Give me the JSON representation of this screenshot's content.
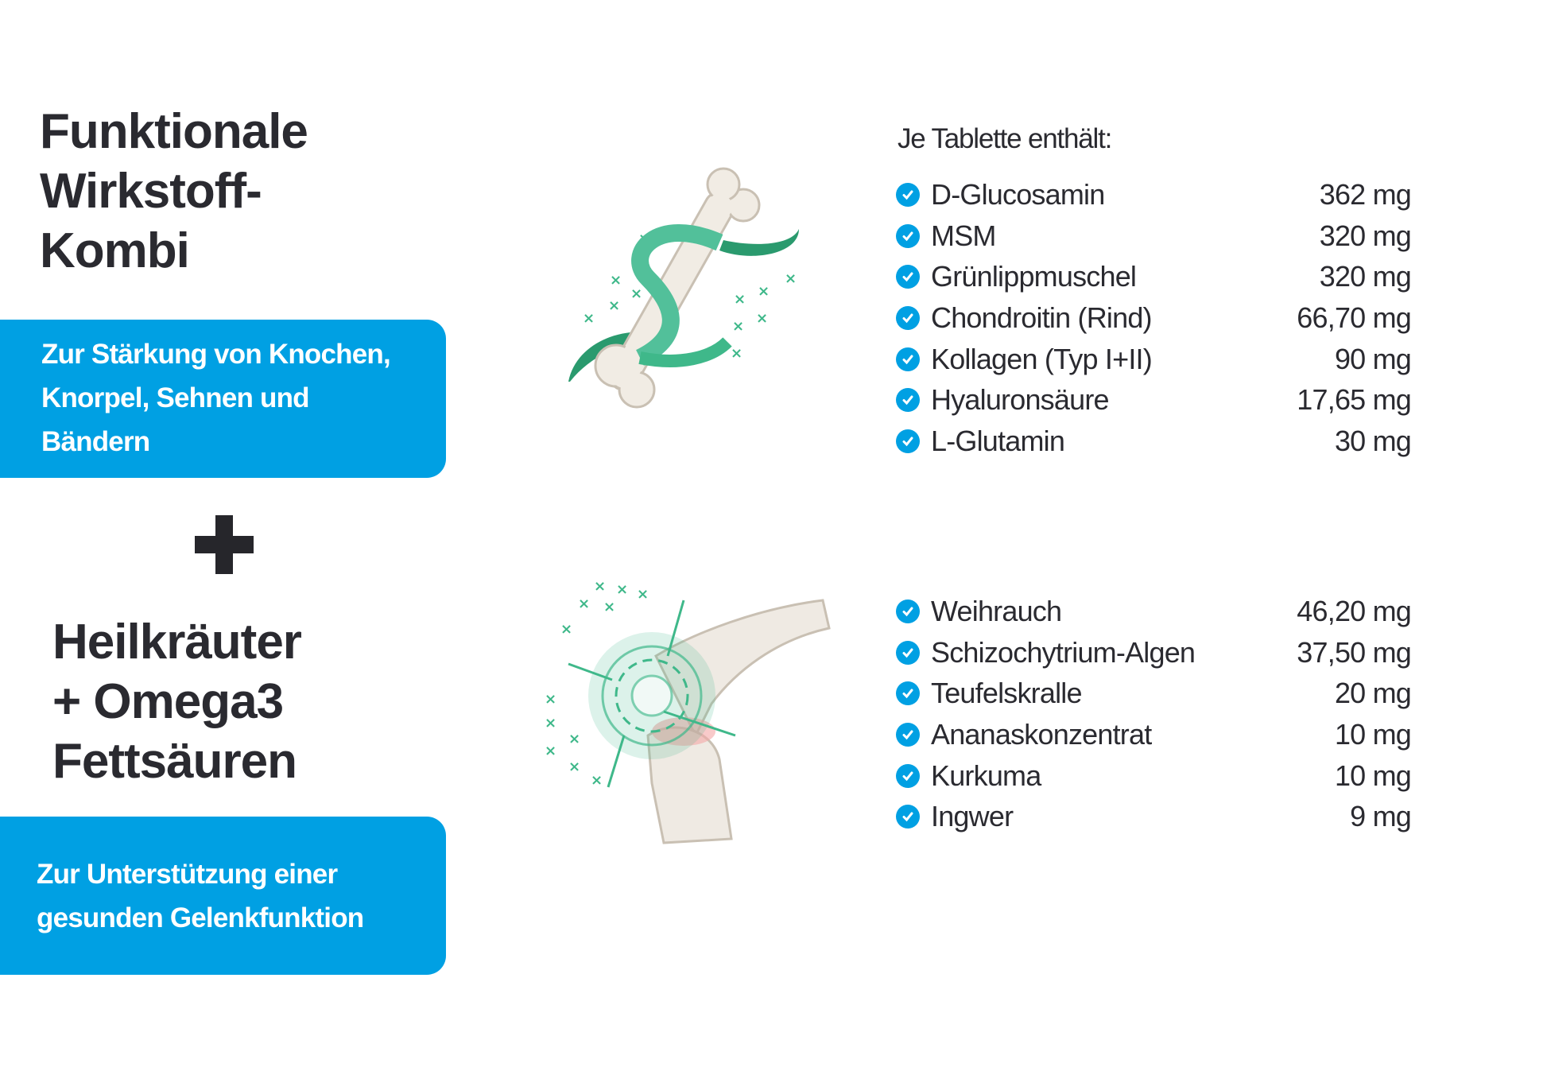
{
  "section1": {
    "title_lines": [
      "Funktionale",
      "Wirkstoff-",
      "Kombi"
    ],
    "box_lines": [
      "Zur Stärkung von Knochen,",
      "Knorpel, Sehnen und",
      "Bändern"
    ]
  },
  "section2": {
    "title_lines": [
      "Heilkräuter",
      "+ Omega3",
      "Fettsäuren"
    ],
    "box_lines": [
      "Zur Unterstützung einer",
      "gesunden Gelenkfunktion"
    ]
  },
  "ingredients_heading": "Je Tablette enthält:",
  "list1": [
    {
      "name": "D-Glucosamin",
      "amount": "362 mg"
    },
    {
      "name": "MSM",
      "amount": "320 mg"
    },
    {
      "name": "Grünlippmuschel",
      "amount": "320 mg"
    },
    {
      "name": "Chondroitin (Rind)",
      "amount": "66,70 mg"
    },
    {
      "name": "Kollagen (Typ I+II)",
      "amount": "90 mg"
    },
    {
      "name": "Hyaluronsäure",
      "amount": "17,65 mg"
    },
    {
      "name": "L-Glutamin",
      "amount": "30 mg"
    }
  ],
  "list2": [
    {
      "name": "Weihrauch",
      "amount": "46,20 mg"
    },
    {
      "name": "Schizochytrium-Algen",
      "amount": "37,50 mg"
    },
    {
      "name": "Teufelskralle",
      "amount": "20 mg"
    },
    {
      "name": "Ananaskonzentrat",
      "amount": "10 mg"
    },
    {
      "name": "Kurkuma",
      "amount": "10 mg"
    },
    {
      "name": "Ingwer",
      "amount": "9 mg"
    }
  ],
  "colors": {
    "accent": "#00a0e3",
    "text": "#2a2a30",
    "green": "#3fb88a"
  }
}
